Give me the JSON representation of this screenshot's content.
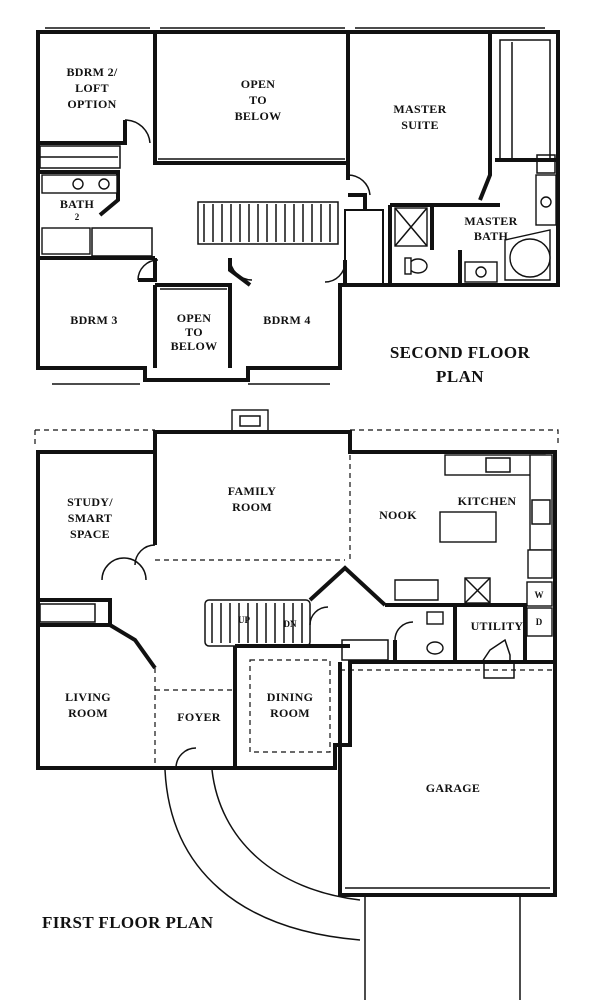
{
  "second_floor": {
    "title_line1": "SECOND FLOOR",
    "title_line2": "PLAN",
    "rooms": {
      "bdrm2": [
        "BDRM 2/",
        "LOFT",
        "OPTION"
      ],
      "open_above": [
        "OPEN",
        "TO",
        "BELOW"
      ],
      "master_suite": [
        "MASTER",
        "SUITE"
      ],
      "bath2": [
        "BATH",
        "2"
      ],
      "master_bath": [
        "MASTER",
        "BATH"
      ],
      "bdrm3": "BDRM 3",
      "open_small": [
        "OPEN",
        "TO",
        "BELOW"
      ],
      "bdrm4": "BDRM 4"
    }
  },
  "first_floor": {
    "title": "FIRST FLOOR PLAN",
    "rooms": {
      "study": [
        "STUDY/",
        "SMART",
        "SPACE"
      ],
      "family": [
        "FAMILY",
        "ROOM"
      ],
      "nook": "NOOK",
      "kitchen": "KITCHEN",
      "living": [
        "LIVING",
        "ROOM"
      ],
      "foyer": "FOYER",
      "dining": [
        "DINING",
        "ROOM"
      ],
      "utility": "UTILITY",
      "garage": "GARAGE"
    },
    "stair_up": "UP",
    "stair_dn": "DN",
    "washer": "W",
    "dryer": "D"
  }
}
